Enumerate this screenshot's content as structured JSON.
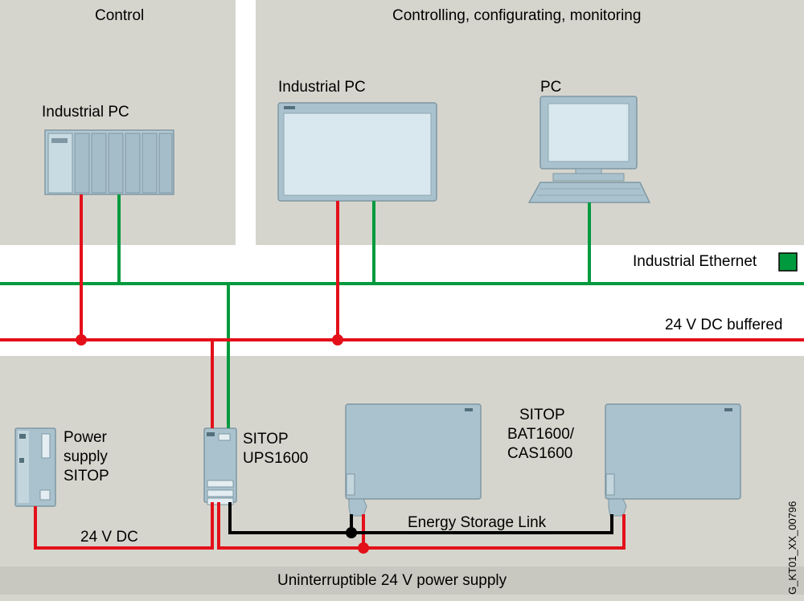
{
  "sections": {
    "control": "Control",
    "monitoring": "Controlling, configurating, monitoring",
    "bottom": "Uninterruptible 24 V power supply"
  },
  "devices": {
    "ipc_rack": "Industrial PC",
    "ipc_panel": "Industrial PC",
    "pc": "PC",
    "power_supply": [
      "Power",
      "supply",
      "SITOP"
    ],
    "ups": [
      "SITOP",
      "UPS1600"
    ],
    "battery": [
      "SITOP",
      "BAT1600/",
      "CAS1600"
    ]
  },
  "buses": {
    "ethernet": "Industrial Ethernet",
    "dc_buffered": "24 V DC buffered",
    "dc": "24 V DC",
    "energy_link": "Energy Storage Link"
  },
  "colors": {
    "ethernet": "#009a3e",
    "power": "#e3101a",
    "energy_link": "#000000",
    "panel": "#d6d5cd",
    "device": "#a9c2cd"
  },
  "doc_id": "G_KT01_XX_00796"
}
